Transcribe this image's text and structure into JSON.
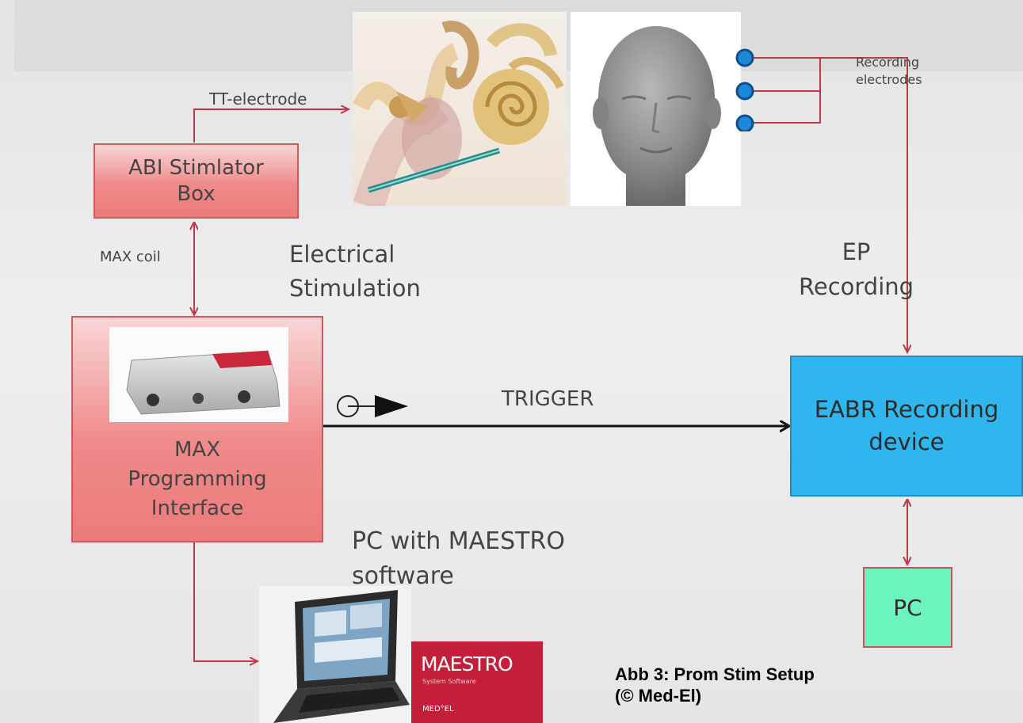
{
  "labels": {
    "tt_electrode": "TT-electrode",
    "abi_box": "ABI Stimlator\nBox",
    "max_coil": "MAX coil",
    "electrical_stimulation": "Electrical\nStimulation",
    "max_interface": "MAX\nProgramming\nInterface",
    "trigger": "TRIGGER",
    "recording_electrodes": "Recording\nelectrodes",
    "ep_recording": "EP\nRecording",
    "eabr_device": "EABR Recording\ndevice",
    "pc": "PC",
    "pc_maestro": "PC with MAESTRO\nsoftware",
    "maestro_logo": "MAESTRO",
    "maestro_sub": "System Software",
    "medel_logo": "MED°EL",
    "caption_line1": "Abb 3: Prom Stim Setup",
    "caption_line2": "(© Med-El)"
  },
  "colors": {
    "connector": "#c0394b",
    "trigger_arrow": "#111111",
    "stim_box_fill": "#f08a8a",
    "eabr_fill": "#2fb6ee",
    "pc_fill": "#6df3bd",
    "electrode_dot": "#1e88d8",
    "maestro_brand": "#c41f3a"
  }
}
